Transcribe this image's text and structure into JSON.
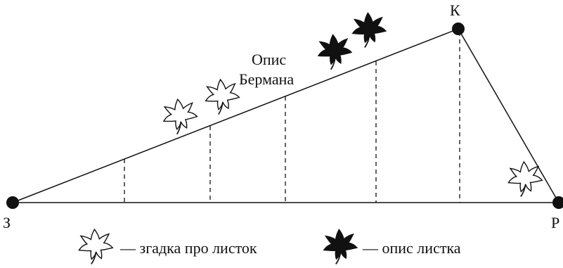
{
  "vertices": {
    "left": "З",
    "top": "К",
    "right": "Р"
  },
  "caption": {
    "line1": "Опис",
    "line2": "Бермана"
  },
  "legend": {
    "mention": {
      "icon": "outline-leaf-icon",
      "text": "— згадка про листок"
    },
    "description": {
      "icon": "filled-leaf-icon",
      "text": "— опис листка"
    }
  },
  "colors": {
    "stroke": "#111111",
    "leaf_fill": "#111111",
    "leaf_outline_fill": "#ffffff"
  }
}
